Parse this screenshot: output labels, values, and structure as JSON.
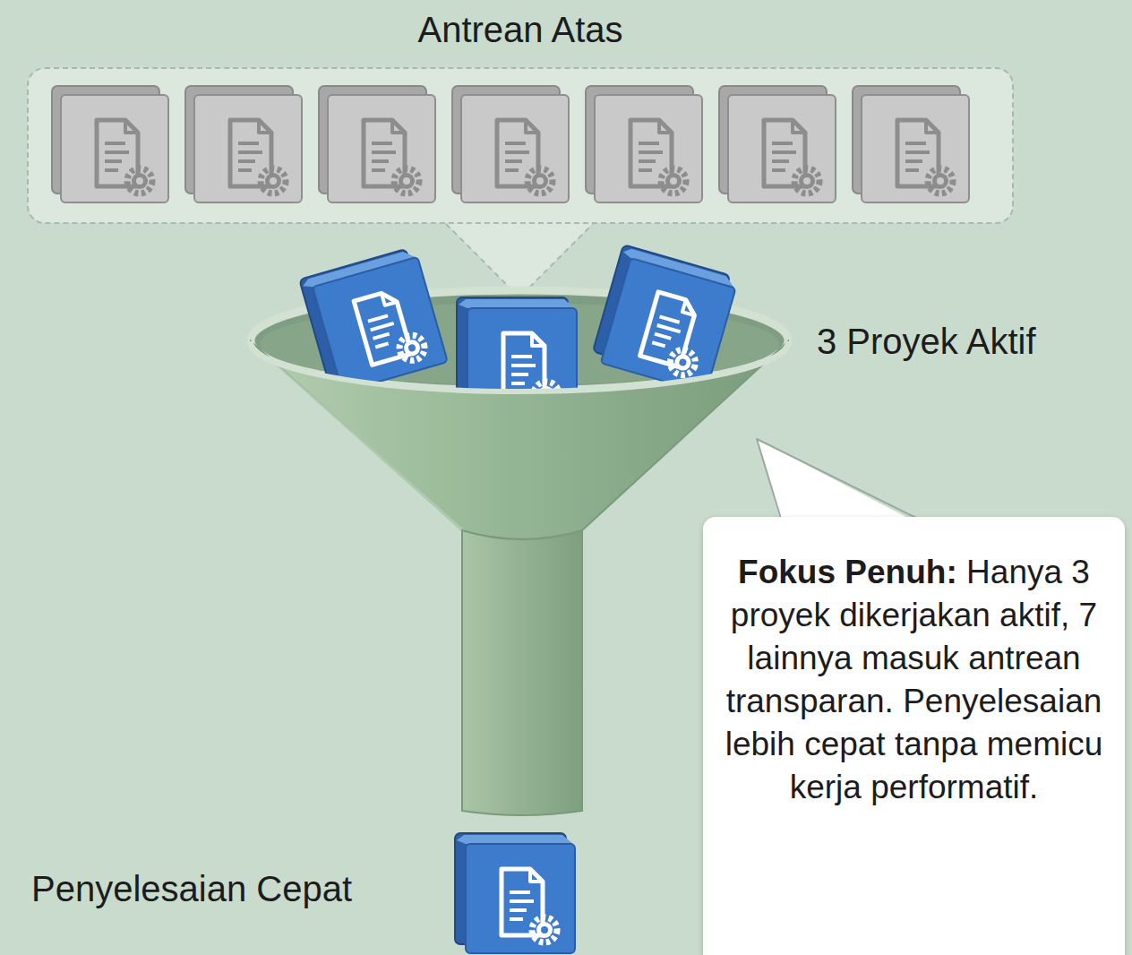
{
  "diagram": {
    "nodes": [
      {
        "text": [
          "Antrean Atas"
        ]
      },
      {
        "text": [
          "Fokus Penuh:",
          "Hanya 3 proyek dikerjakan aktif, 7 lainnya masuk antrean transparan. Penyelesaian lebih cepat tanpa memicu kerja performatif."
        ]
      }
    ],
    "labels": [
      "3 Proyek Aktif",
      "Penyelesaian Cepat"
    ]
  }
}
